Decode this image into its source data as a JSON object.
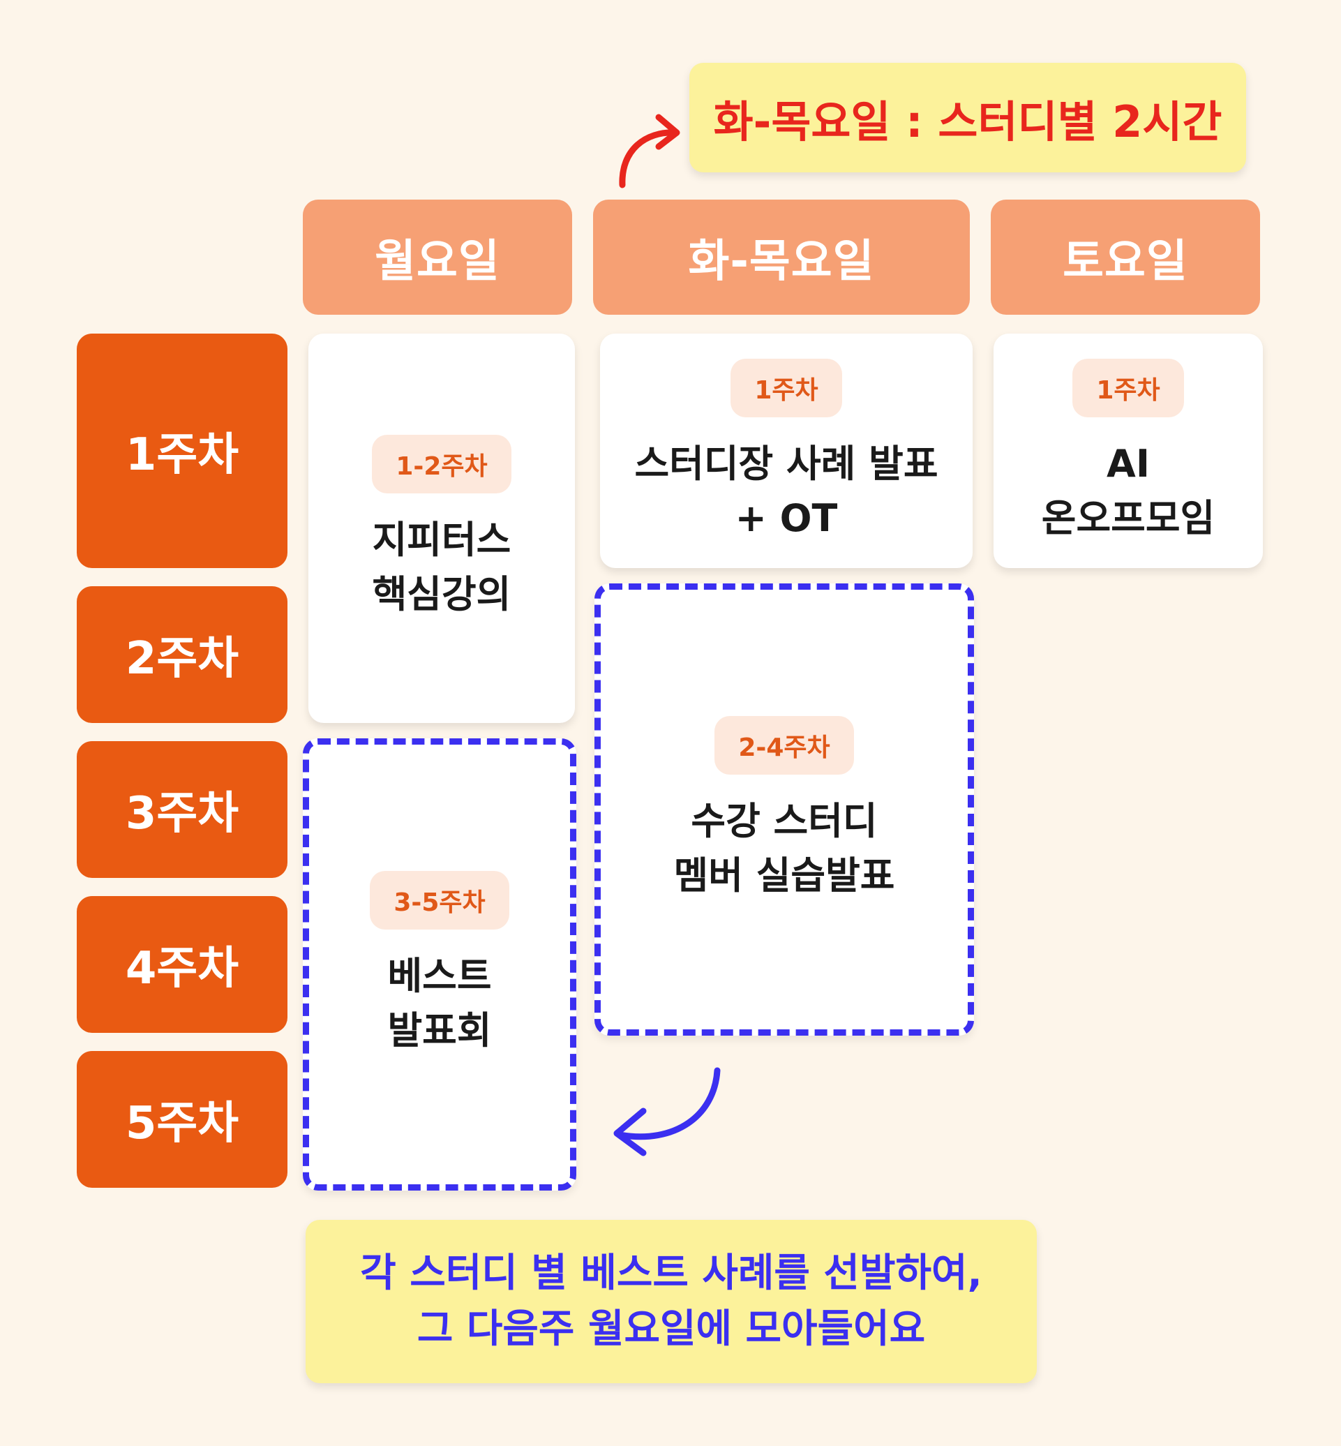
{
  "top_note": "화-목요일 : 스터디별 2시간",
  "bottom_note": {
    "line1": "각 스터디 별 베스트 사례를 선발하여,",
    "line2": "그 다음주 월요일에 모아들어요"
  },
  "days": [
    "월요일",
    "화-목요일",
    "토요일"
  ],
  "weeks": [
    "1주차",
    "2주차",
    "3주차",
    "4주차",
    "5주차"
  ],
  "cards": {
    "mon_lecture": {
      "badge": "1-2주차",
      "line1": "지피터스",
      "line2": "핵심강의"
    },
    "mon_best": {
      "badge": "3-5주차",
      "line1": "베스트",
      "line2": "발표회"
    },
    "tue_ot": {
      "badge": "1주차",
      "line1": "스터디장 사례 발표",
      "line2": "+ OT"
    },
    "tue_practice": {
      "badge": "2-4주차",
      "line1": "수강 스터디",
      "line2": "멤버 실습발표"
    },
    "sat_meetup": {
      "badge": "1주차",
      "line1": "AI",
      "line2": "온오프모임"
    }
  },
  "colors": {
    "background": "#fdf5ea",
    "day_header": "#f6a074",
    "week_label": "#e95a12",
    "badge_bg": "#fde8dc",
    "badge_text": "#e05818",
    "dashed_border": "#3b2ff0",
    "callout_bg": "#fcf29b",
    "top_note_text": "#e8261d",
    "bottom_note_text": "#3b2ff0"
  }
}
